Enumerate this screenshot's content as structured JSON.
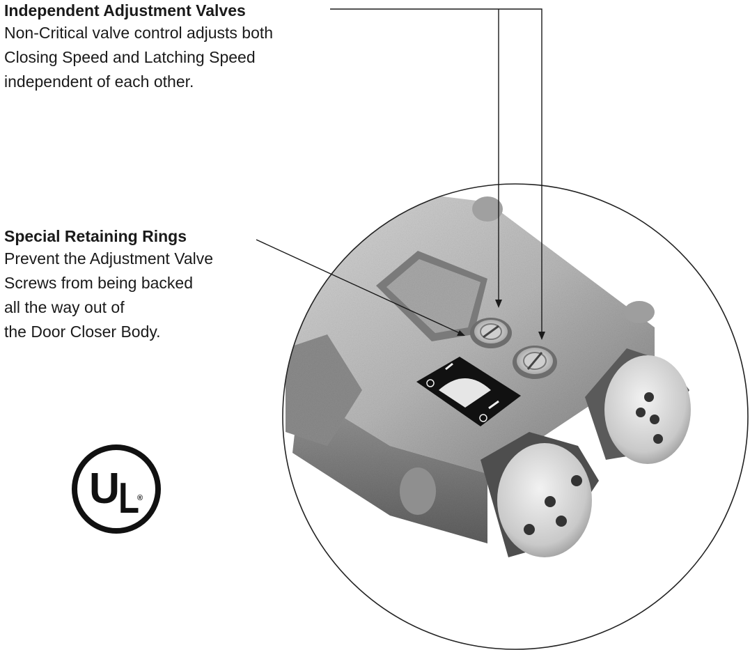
{
  "callouts": {
    "valves": {
      "title": "Independent Adjustment Valves",
      "lines": [
        "Non-Critical valve control adjusts both",
        "Closing Speed and Latching Speed",
        "independent of each other."
      ]
    },
    "rings": {
      "title": "Special Retaining Rings",
      "lines": [
        "Prevent the Adjustment Valve",
        "Screws from being backed",
        "all the way out of",
        "the Door Closer Body."
      ]
    }
  },
  "logo": {
    "text": "UL",
    "mark": "®"
  },
  "colors": {
    "ink": "#1a1a1a",
    "metal_light": "#d9d9d9",
    "metal_mid": "#a8a8a8",
    "metal_dark": "#6e6e6e",
    "background": "#ffffff"
  }
}
